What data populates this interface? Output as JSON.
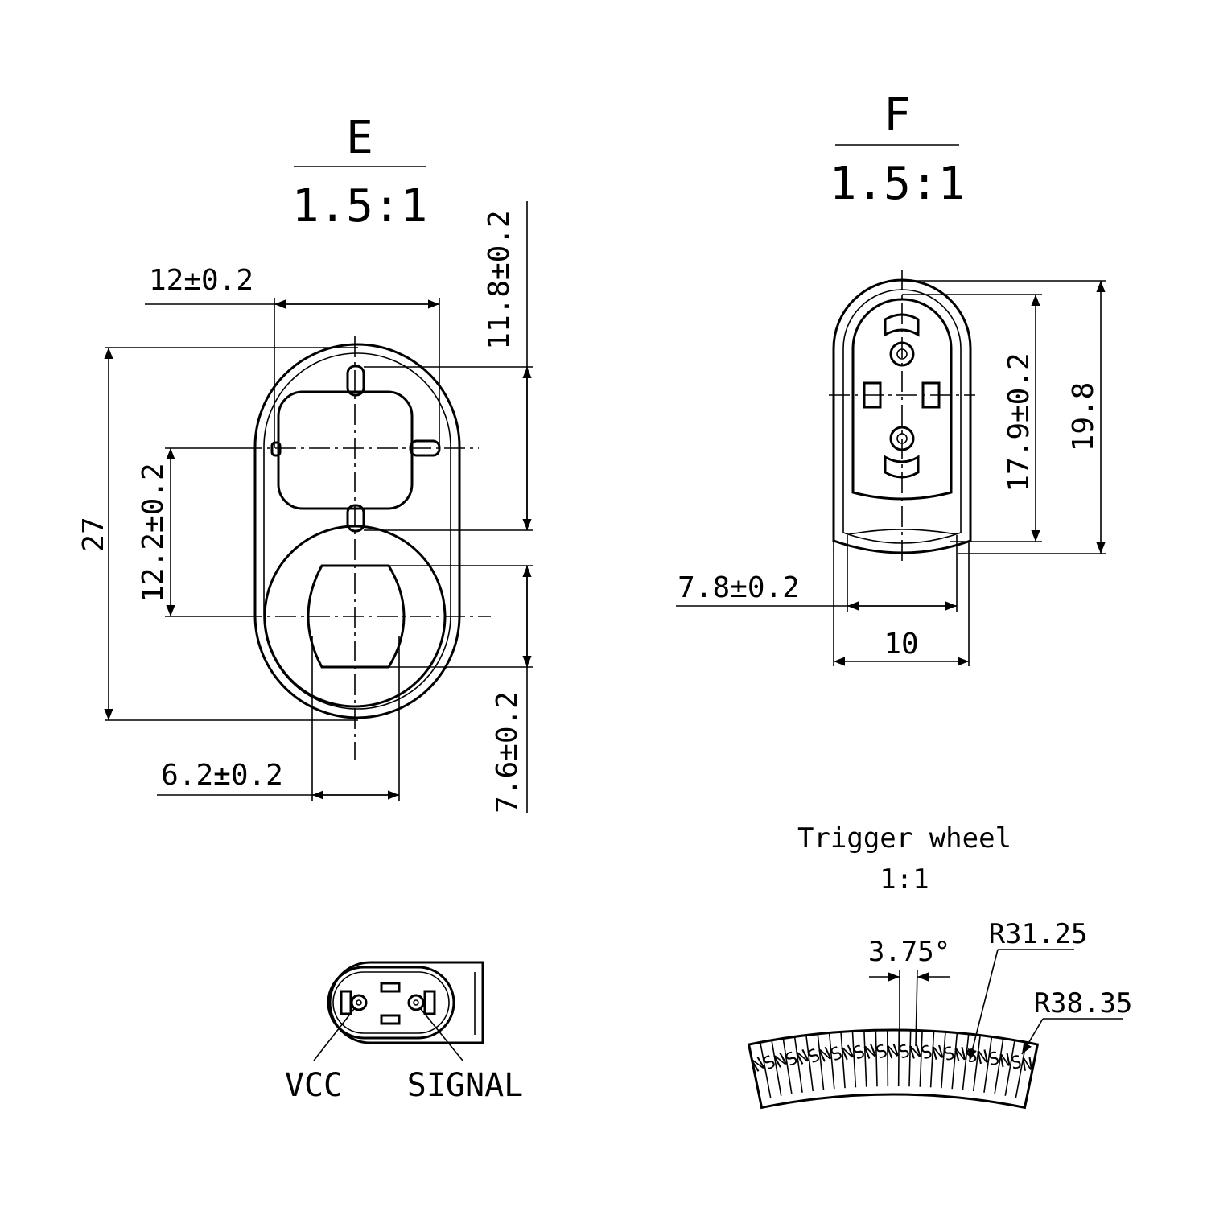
{
  "view_e": {
    "letter": "E",
    "scale": "1.5:1",
    "dim_width": "12±0.2",
    "dim_top": "11.8±0.2",
    "dim_height": "27",
    "dim_center": "12.2±0.2",
    "dim_bottom": "7.6±0.2",
    "dim_bore": "6.2±0.2"
  },
  "view_f": {
    "letter": "F",
    "scale": "1.5:1",
    "dim_inner_h": "17.9±0.2",
    "dim_outer_h": "19.8",
    "dim_inner_w": "7.8±0.2",
    "dim_outer_w": "10"
  },
  "connector": {
    "vcc_label": "VCC",
    "signal_label": "SIGNAL"
  },
  "trigger_wheel": {
    "title": "Trigger wheel",
    "scale": "1:1",
    "angle": "3.75°",
    "r_inner": "R31.25",
    "r_outer": "R38.35",
    "poles": [
      "N",
      "S",
      "N",
      "S",
      "N",
      "S",
      "N",
      "S",
      "N",
      "S",
      "N",
      "S",
      "N",
      "S",
      "N",
      "S",
      "N",
      "S",
      "N",
      "S",
      "N",
      "S",
      "N",
      "S",
      "N"
    ]
  }
}
